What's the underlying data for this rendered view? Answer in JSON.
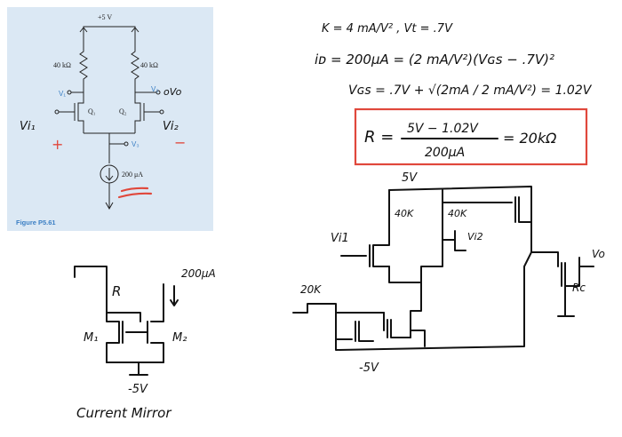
{
  "textbook_figure": {
    "supply_label": "+5 V",
    "left_resistor_label": "40 kΩ",
    "right_resistor_label": "40 kΩ",
    "left_output_label": "V₁",
    "right_output_label": "V₂",
    "q1_label": "Q₁",
    "q2_label": "Q₂",
    "source_node_label": "V₃",
    "current_source_label": "200 μA",
    "caption": "Figure P5.61",
    "vo_annotation": "oVo",
    "vi1_annotation": "Vi₁",
    "vi2_annotation": "Vi₂",
    "plus_mark": "+",
    "minus_mark": "−"
  },
  "equations": {
    "params": "K = 4 mA/V² ,  Vt = .7V",
    "drain_current": "iᴅ = 200μA = (2 mA/V²)(Vɢs − .7V)²",
    "vgs_solution": "Vɢs = .7V + √(2mA / 2 mA/V²) = 1.02V",
    "r_lhs": "R =",
    "r_numerator": "5V − 1.02V",
    "r_denominator": "200μA",
    "r_result": "= 20kΩ"
  },
  "current_mirror_sketch": {
    "r_label": "R",
    "current_label": "200μA",
    "m1_label": "M₁",
    "m2_label": "M₂",
    "supply_label": "-5V",
    "caption": "Current Mirror"
  },
  "full_circuit_sketch": {
    "top_supply": "5V",
    "left_drain_resistor": "40K",
    "right_drain_resistor": "40K",
    "vi2_label": "Vi2",
    "vi1_label": "Vi1",
    "ref_resistor": "20K",
    "bottom_supply": "-5V",
    "output_label": "Vo",
    "load_label": "Rc"
  },
  "colors": {
    "panel_background": "#dbe8f4",
    "printed_blue": "#3b7fc4",
    "annotation_red": "#e0483c",
    "ink": "#111111"
  }
}
